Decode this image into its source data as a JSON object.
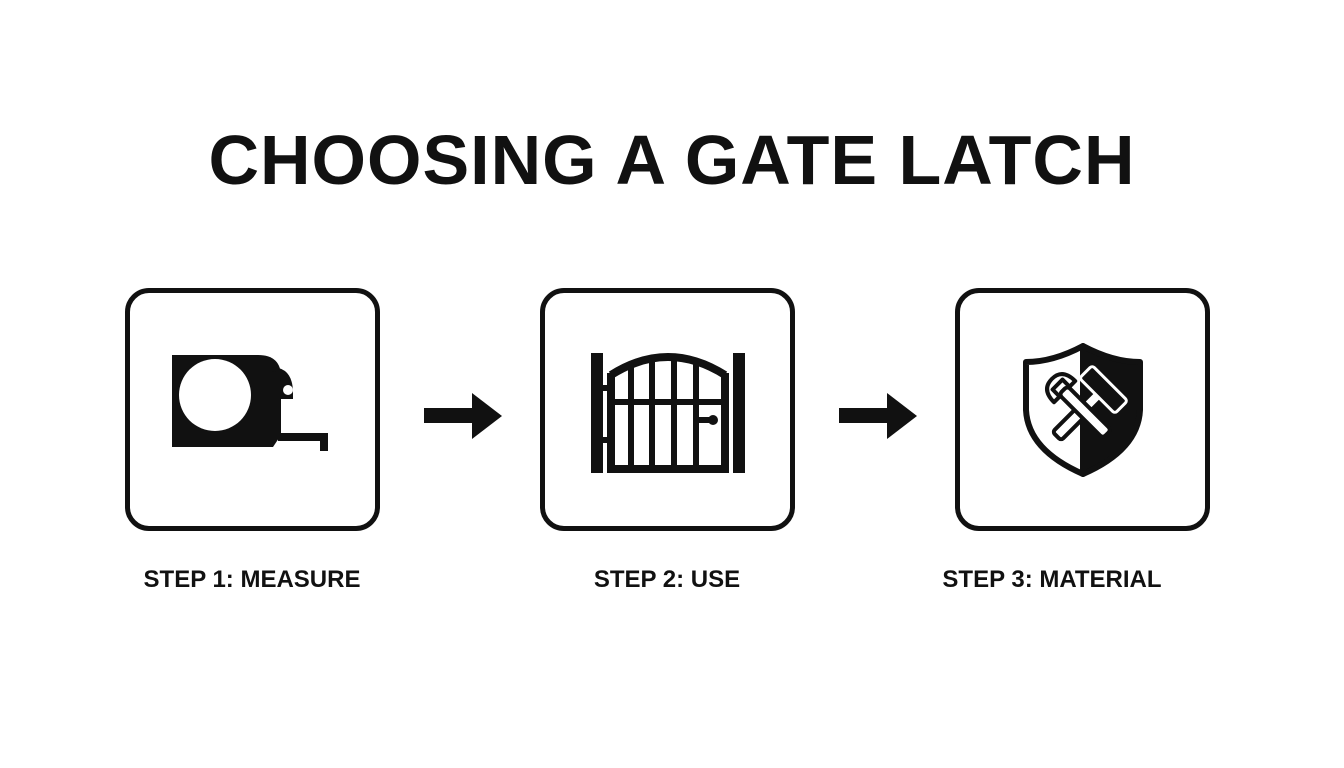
{
  "title": "CHOOSING A GATE LATCH",
  "steps": [
    {
      "label": "STEP 1: MEASURE",
      "icon": "tape-measure-icon"
    },
    {
      "label": "STEP 2: USE",
      "icon": "gate-icon"
    },
    {
      "label": "STEP 3: MATERIAL",
      "icon": "shield-tools-icon"
    }
  ],
  "colors": {
    "ink": "#111111",
    "background": "#ffffff"
  }
}
